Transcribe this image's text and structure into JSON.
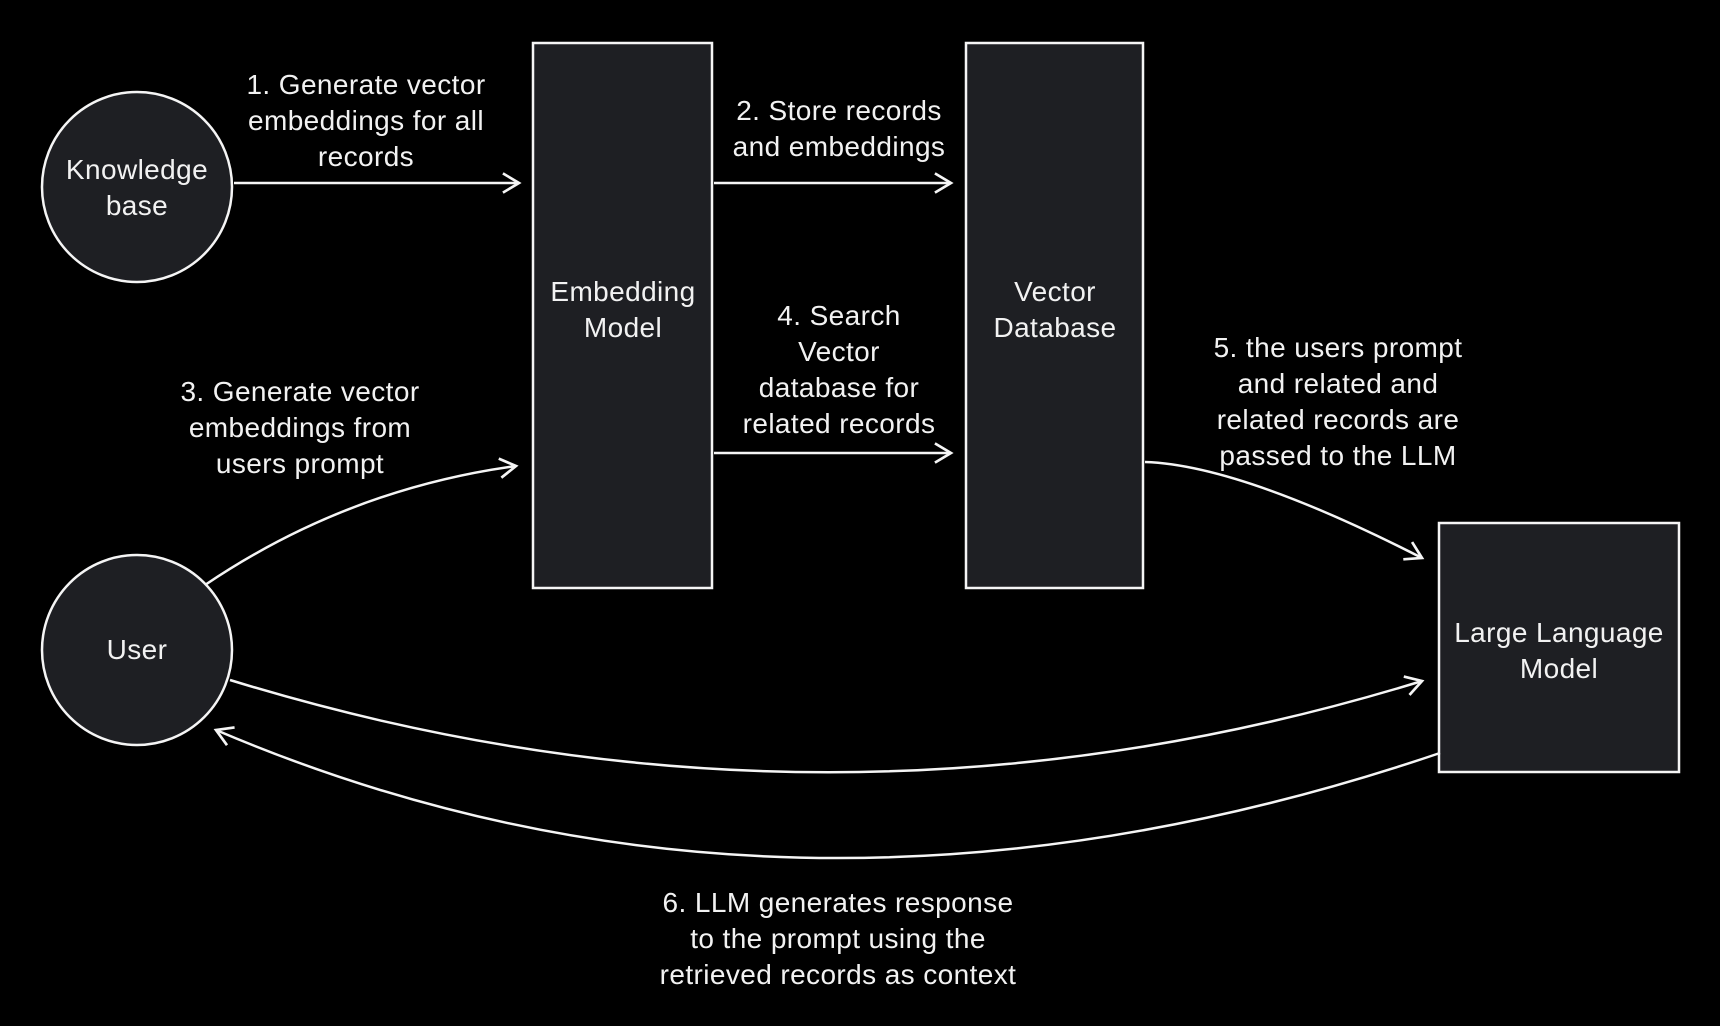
{
  "colors": {
    "background": "#000000",
    "node_fill": "#1e1f23",
    "line": "#f5f5f5",
    "text": "#f2f2f2"
  },
  "nodes": {
    "knowledge_base": {
      "label": "Knowledge\nbase",
      "shape": "circle"
    },
    "embedding_model": {
      "label": "Embedding\nModel",
      "shape": "rectangle"
    },
    "vector_database": {
      "label": "Vector\nDatabase",
      "shape": "rectangle"
    },
    "user": {
      "label": "User",
      "shape": "circle"
    },
    "large_language_model": {
      "label": "Large Language\nModel",
      "shape": "rectangle"
    }
  },
  "edges": {
    "step1": {
      "label": "1. Generate vector\nembeddings for all\nrecords",
      "from": "Knowledge base",
      "to": "Embedding Model"
    },
    "step2": {
      "label": "2. Store records\nand embeddings",
      "from": "Embedding Model",
      "to": "Vector Database"
    },
    "step3": {
      "label": "3. Generate vector\nembeddings from\nusers prompt",
      "from": "User",
      "to": "Embedding Model"
    },
    "step4": {
      "label": "4. Search\nVector\ndatabase for\nrelated records",
      "from": "Embedding Model",
      "to": "Vector Database"
    },
    "step5": {
      "label": "5. the users prompt\nand related and\nrelated records are\npassed to the LLM",
      "from": "Vector Database",
      "to": "Large Language Model"
    },
    "user_prompt": {
      "label": "",
      "from": "User",
      "to": "Large Language Model"
    },
    "step6": {
      "label": "6. LLM generates response\nto the prompt using the\nretrieved records as context",
      "from": "Large Language Model",
      "to": "User"
    }
  }
}
